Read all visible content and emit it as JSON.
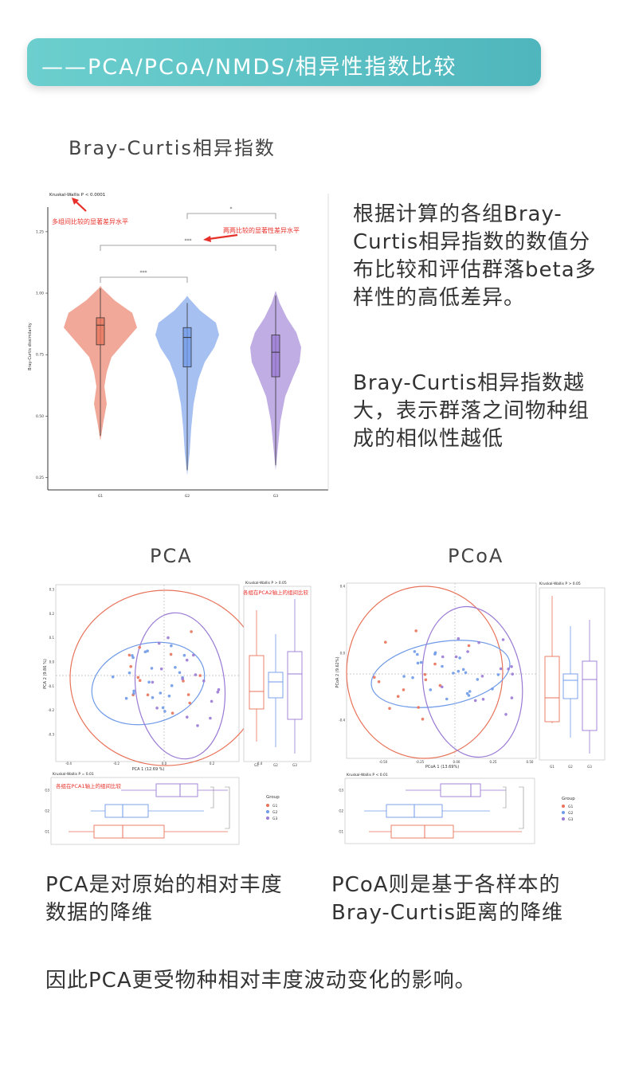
{
  "header": {
    "title": "——PCA/PCoA/NMDS/相异性指数比较"
  },
  "violin_section": {
    "label": "Bray-Curtis相异指数",
    "description_1": "根据计算的各组Bray-Curtis相异指数的数值分布比较和评估群落beta多样性的高低差异。",
    "description_2": "Bray-Curtis相异指数越大，表示群落之间物种组成的相似性越低"
  },
  "pca_section": {
    "label": "PCA",
    "caption": "PCA是对原始的相对丰度数据的降维"
  },
  "pcoa_section": {
    "label": "PCoA",
    "caption": "PCoA则是基于各样本的Bray-Curtis距离的降维"
  },
  "footer": {
    "text": "因此PCA更受物种相对丰度波动变化的影响。"
  },
  "colors": {
    "G1": "#e8735a",
    "G2": "#6f9ae8",
    "G3": "#9a7ad4",
    "annotation": "#e8302a",
    "banner": "#5fc1c4"
  },
  "chart_data": [
    {
      "type": "violin",
      "title": "Kruskal-Wallis P < 0.0001",
      "ylabel": "Bray-Curtis dissimilarity",
      "ylim": [
        0.2,
        1.35
      ],
      "yticks": [
        "0.25",
        "0.50",
        "0.75",
        "1.00",
        "1.25"
      ],
      "categories": [
        "G1",
        "G2",
        "G3"
      ],
      "series": [
        {
          "name": "G1",
          "min": 0.42,
          "q1": 0.79,
          "median": 0.87,
          "q3": 0.9,
          "max": 1.02
        },
        {
          "name": "G2",
          "min": 0.28,
          "q1": 0.7,
          "median": 0.82,
          "q3": 0.86,
          "max": 0.96
        },
        {
          "name": "G3",
          "min": 0.3,
          "q1": 0.66,
          "median": 0.76,
          "q3": 0.83,
          "max": 0.99
        }
      ],
      "significance": [
        {
          "pair": [
            "G1",
            "G2"
          ],
          "label": "***"
        },
        {
          "pair": [
            "G1",
            "G3"
          ],
          "label": "***"
        },
        {
          "pair": [
            "G2",
            "G3"
          ],
          "label": "*"
        }
      ],
      "annotations": [
        "多组间比较的显著差异水平",
        "两两比较的显著性差异水平"
      ]
    },
    {
      "type": "scatter",
      "name": "PCA",
      "xlabel": "PCA 1 (12.69 %)",
      "ylabel": "PCA 2 (9.86 %)",
      "xticks": [
        "-0.4",
        "-0.2",
        "0.0",
        "0.2",
        "0.4"
      ],
      "yticks": [
        "-0.3",
        "-0.2",
        "-0.1",
        "0.0",
        "0.1",
        "0.2",
        "0.3"
      ],
      "test_right": "Kruskal-Wallis P > 0.05",
      "test_bottom": "Kruskal-Wallis P = 0.01",
      "note_right": "各组在PCA2轴上的组间比较",
      "note_bottom": "各组在PCA1轴上的组间比较",
      "legend_title": "Group",
      "legend": [
        "G1",
        "G2",
        "G3"
      ]
    },
    {
      "type": "scatter",
      "name": "PCoA",
      "xlabel": "PCoA 1 (13.69%)",
      "ylabel": "PCoA 2 (9.62%)",
      "xticks": [
        "-0.50",
        "-0.25",
        "0.00",
        "0.25",
        "0.50"
      ],
      "yticks": [
        "-0.4",
        "0.0",
        "0.4"
      ],
      "test_right": "Kruskal-Wallis P > 0.05",
      "test_bottom": "Kruskal-Wallis P < 0.01",
      "legend_title": "Group",
      "legend": [
        "G1",
        "G2",
        "G3"
      ]
    }
  ]
}
